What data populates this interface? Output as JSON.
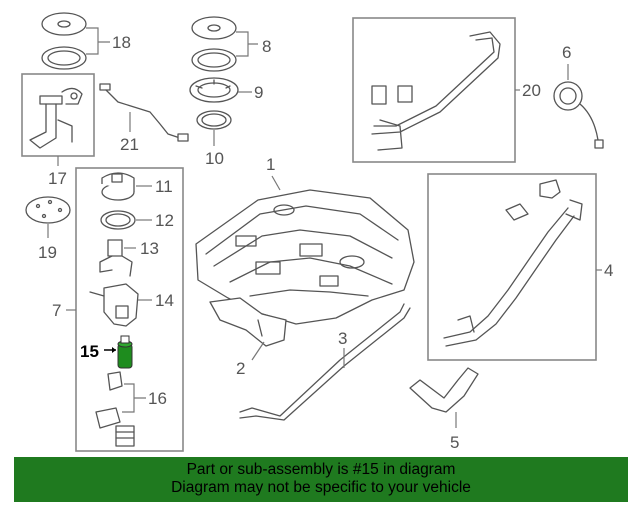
{
  "diagram": {
    "callouts": {
      "n1": "1",
      "n2": "2",
      "n3": "3",
      "n4": "4",
      "n5": "5",
      "n6": "6",
      "n7": "7",
      "n8": "8",
      "n9": "9",
      "n10": "10",
      "n11": "11",
      "n12": "12",
      "n13": "13",
      "n14": "14",
      "n15": "15",
      "n16": "16",
      "n17": "17",
      "n18": "18",
      "n19": "19",
      "n20": "20",
      "n21": "21"
    },
    "highlighted_part": "15",
    "highlight_color": "#1e8c1e"
  },
  "banner": {
    "line1": "Part or sub-assembly is #15 in diagram",
    "line2": "Diagram may not be specific to your vehicle",
    "background": "#1f7a1f"
  }
}
